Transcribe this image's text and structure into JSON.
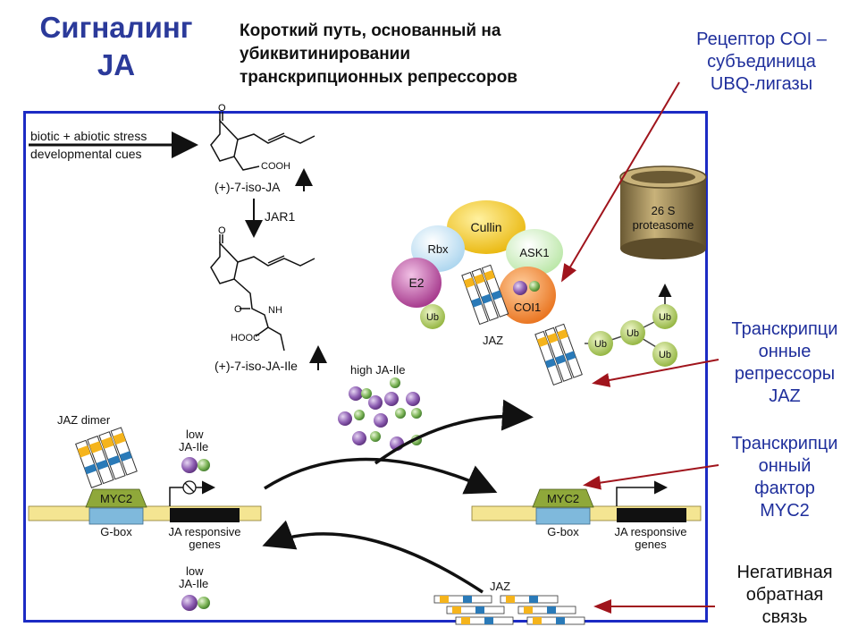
{
  "title_line1": "Сигналинг",
  "title_line2": "JA",
  "subtitle": [
    "Короткий путь, основанный на",
    "убиквитинировании",
    "транскрипционных репрессоров"
  ],
  "notes": {
    "coi": [
      "Рецептор COI –",
      "субъединица",
      "UBQ-лигазы"
    ],
    "jaz": [
      "Транскрипци",
      "онные",
      "репрессоры",
      "JAZ"
    ],
    "myc2": [
      "Транскрипци",
      "онный",
      "фактор",
      "MYC2"
    ],
    "feedback": [
      "Негативная",
      "обратная",
      "связь"
    ]
  },
  "diagram": {
    "stress_line1": "biotic + abiotic stress",
    "stress_line2": "developmental cues",
    "cooh": "COOH",
    "iso_ja": "(+)-7-iso-JA",
    "jar1": "JAR1",
    "nh": "NH",
    "hooc": "HOOC",
    "iso_ja_ile": "(+)-7-iso-JA-Ile",
    "high_ja_ile": "high JA-Ile",
    "low_ja_ile_top": [
      "low",
      "JA-Ile"
    ],
    "low_ja_ile_bottom": [
      "low",
      "JA-Ile"
    ],
    "jaz_dimer": "JAZ dimer",
    "myc2": "MYC2",
    "gbox": "G-box",
    "ja_responsive": [
      "JA responsive",
      "genes"
    ],
    "cullin": "Cullin",
    "rbx": "Rbx",
    "ask1": "ASK1",
    "e2": "E2",
    "coi1": "COI1",
    "ub": "Ub",
    "jaz": "JAZ",
    "proteasome": [
      "26 S",
      "proteasome"
    ]
  },
  "colors": {
    "title_blue": "#2b3a9a",
    "frame_blue": "#1c2bc4",
    "arrow_red": "#a0141c",
    "dna_yellow": "#f4e592",
    "myc2_green": "#8fa83a",
    "gbox_blue": "#7fb9dc",
    "cullin_yellow": "#f5cc1c",
    "coi1_orange": "#f08a2c",
    "e2_purple": "#b8409a",
    "ub_green": "#a8c84a"
  }
}
